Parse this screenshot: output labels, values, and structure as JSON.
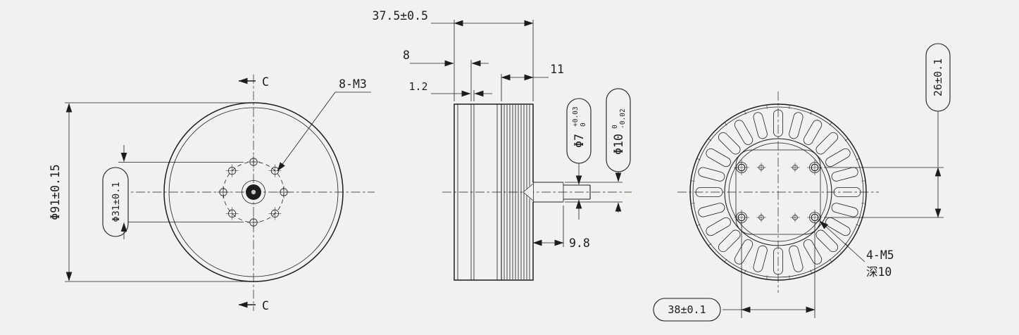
{
  "page": {
    "background": "#f1f1ef",
    "ink": "#1d1d1b"
  },
  "front_view": {
    "outer_diameter": "Φ91±0.15",
    "bolt_circle_diameter": "Φ31±0.1",
    "bolt_holes_callout": "8-M3",
    "section_label_top": "C",
    "section_label_bottom": "C"
  },
  "side_view": {
    "overall_width": "37.5±0.5",
    "bell_depth": "8",
    "flange_thickness": "1.2",
    "stator_width": "11",
    "shaft_shoulder_length": "9.8",
    "shaft_end": {
      "diameter": "Φ7",
      "tolerance_upper": "+0.03",
      "tolerance_lower": "0"
    },
    "shaft_base": {
      "diameter": "Φ10",
      "tolerance_upper": "0",
      "tolerance_lower": "-0.02"
    }
  },
  "rear_view": {
    "hole_spacing_vertical": "26±0.1",
    "hole_spacing_horizontal": "38±0.1",
    "thread_callout": "4-M5",
    "thread_depth": "深10"
  }
}
